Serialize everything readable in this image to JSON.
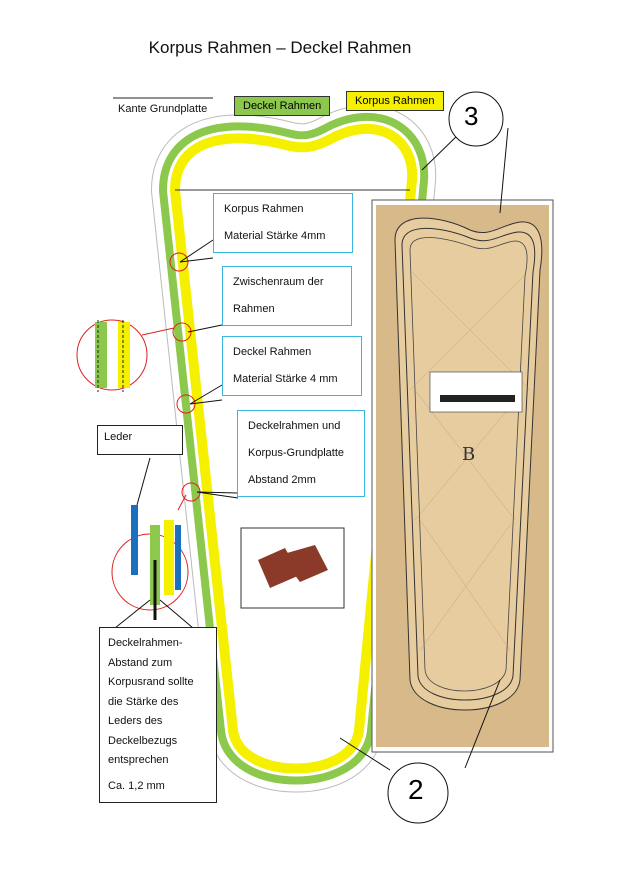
{
  "title": "Korpus Rahmen – Deckel Rahmen",
  "legend": {
    "edge": "Kante Grundplatte",
    "deckel": "Deckel Rahmen",
    "korpus": "Korpus Rahmen"
  },
  "callouts": [
    {
      "line1": "Korpus Rahmen",
      "line2": "Material Stärke    4mm"
    },
    {
      "line1": "Zwischenraum der",
      "line2": "Rahmen"
    },
    {
      "line1": "Deckel Rahmen",
      "line2": "Material Stärke  4 mm"
    },
    {
      "line1": "Deckelrahmen und",
      "line2": "Korpus-Grundplatte",
      "line3": "Abstand  2mm"
    }
  ],
  "leder": "Leder",
  "note": {
    "lines": [
      "Deckelrahmen-",
      "Abstand zum",
      "Korpusrand  sollte",
      "die Stärke  des",
      "Leders des",
      "Deckelbezugs",
      "entsprechen"
    ],
    "value": "Ca. 1,2 mm"
  },
  "markers": {
    "top": "3",
    "bottom": "2"
  },
  "colors": {
    "green": "#8cc84b",
    "yellow": "#f5f000",
    "cyan": "#3bb6e0",
    "red": "#e02020",
    "blue": "#1a6fc0"
  }
}
